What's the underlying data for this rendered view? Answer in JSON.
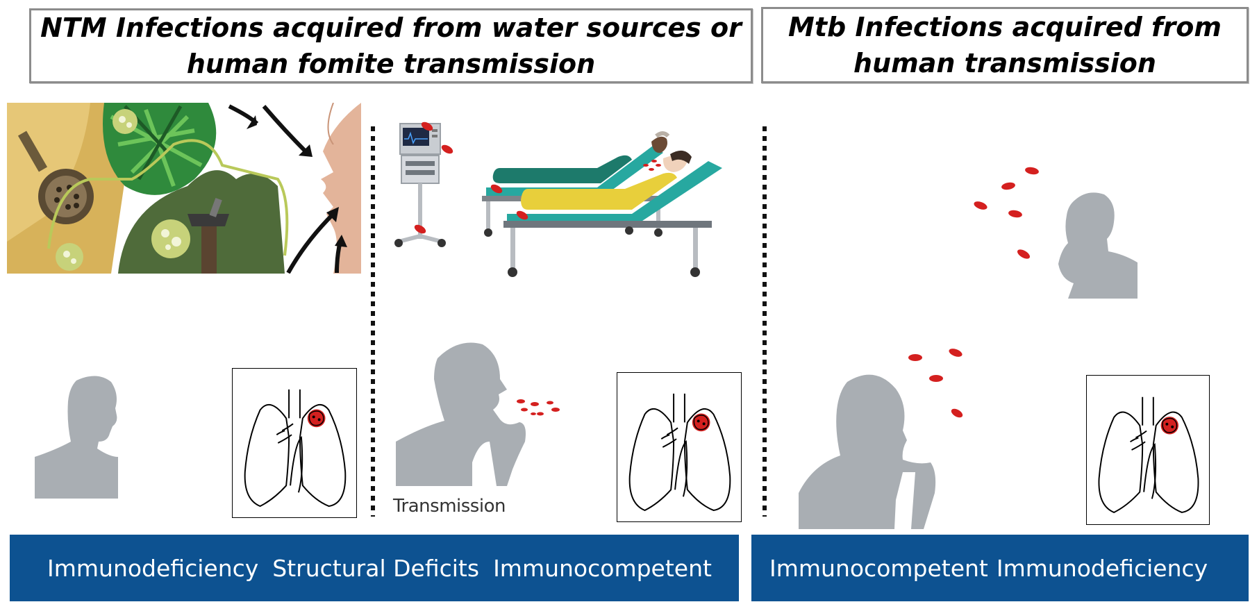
{
  "header_left": {
    "text": "NTM Infections acquired from water sources or\nhuman fomite transmission"
  },
  "header_right": {
    "text": "Mtb Infections acquired from\nhuman transmission"
  },
  "transmission_label": "Transmission",
  "bottom_left": {
    "labels": [
      "Immunodeficiency",
      "Structural Deficits",
      "Immunocompetent"
    ]
  },
  "bottom_right": {
    "labels": [
      "Immunocompetent",
      "Immunodeficiency"
    ]
  },
  "colors": {
    "banner_blue": "#0d5291",
    "droplet_red": "#d4201f",
    "silhouette_gray": "#a9aeb3",
    "header_border": "#8c8c8c"
  }
}
